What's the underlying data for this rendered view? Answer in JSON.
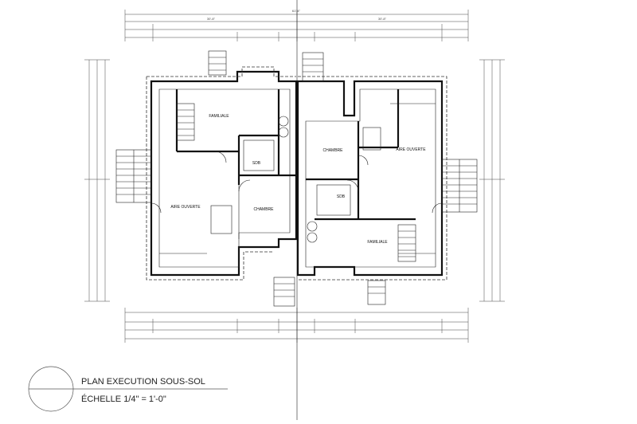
{
  "plan": {
    "title": "PLAN  EXECUTION SOUS-SOL",
    "scale": "ÉCHELLE 1/4\" = 1'-0\""
  },
  "rooms": {
    "left": {
      "familiale": "FAMILIALE",
      "sdb": "SDB",
      "chambre": "CHAMBRE",
      "aire_ouverte": "AIRE OUVERTE"
    },
    "right": {
      "chambre": "CHAMBRE",
      "aire_ouverte": "AIRE OUVERTE",
      "sdb": "SDB",
      "familiale": "FAMILIALE"
    }
  },
  "dimensions": {
    "overall": "61'-4\"",
    "halves": [
      "30'-8\"",
      "30'-8\""
    ]
  }
}
